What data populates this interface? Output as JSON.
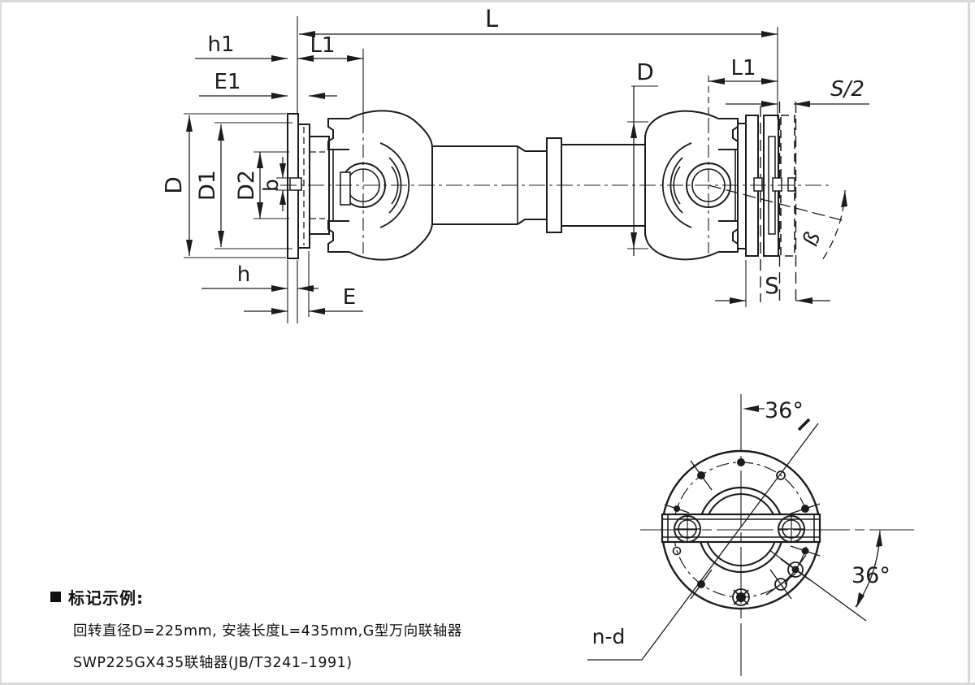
{
  "colors": {
    "ink": "#1c1c1c",
    "paper": "#ffffff",
    "frame": "#d9d9d9"
  },
  "main_view": {
    "dim_L": "L",
    "dim_h1": "h1",
    "dim_L1_left": "L1",
    "dim_E1": "E1",
    "dim_D": "D",
    "dim_D1": "D1",
    "dim_D2": "D2",
    "dim_b": "b",
    "dim_h": "h",
    "dim_E": "E",
    "dim_D_right": "D",
    "dim_L1_right": "L1",
    "dim_S_half": "S/2",
    "dim_S": "S",
    "dim_beta": "ß"
  },
  "end_view": {
    "angle_top": "36°",
    "angle_right": "36°",
    "hole_callout": "n-d"
  },
  "note": {
    "bullet": "■",
    "title": "标记示例:",
    "line1": "回转直径D=225mm, 安装长度L=435mm,G型万向联轴器",
    "line2": "SWP225GX435联轴器(JB/T3241–1991)"
  }
}
